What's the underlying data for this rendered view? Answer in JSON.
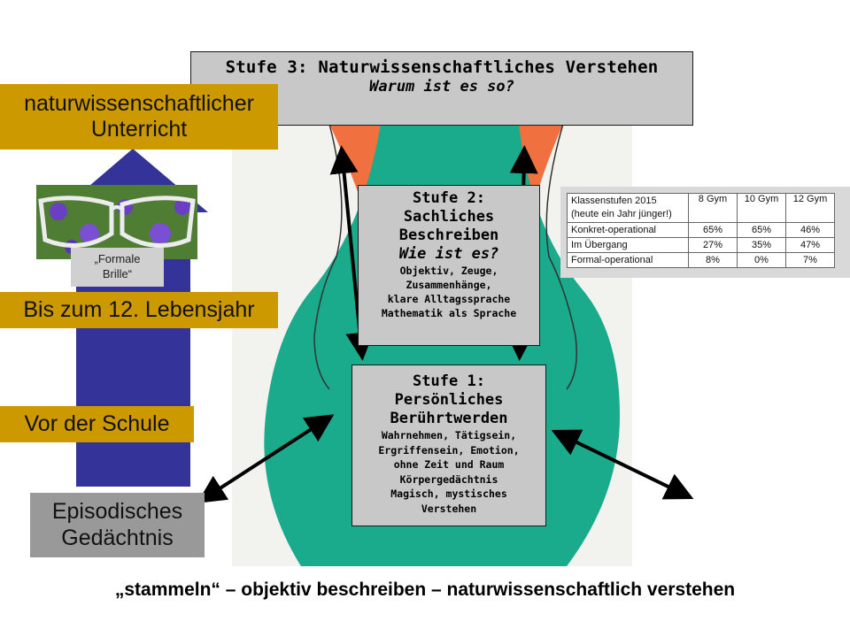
{
  "stufe3": {
    "title": "Stufe 3: Naturwissenschaftliches Verstehen",
    "question": "Warum ist es so?"
  },
  "stufe2": {
    "title_line1": "Stufe 2:",
    "title_line2": "Sachliches",
    "title_line3": "Beschreiben",
    "question": "Wie ist es?",
    "details": [
      "Objektiv, Zeuge,",
      "Zusammenhänge,",
      "klare Alltagssprache",
      "Mathematik als Sprache"
    ]
  },
  "stufe1": {
    "title_line1": "Stufe 1:",
    "title_line2": "Persönliches",
    "title_line3": "Berührtwerden",
    "details": [
      "Wahrnehmen, Tätigsein,",
      "Ergriffensein, Emotion,",
      "ohne Zeit und Raum",
      "Körpergedächtnis",
      "Magisch, mystisches",
      "Verstehen"
    ]
  },
  "left_labels": {
    "unterricht_line1": "naturwissenschaftlicher",
    "unterricht_line2": "Unterricht",
    "lebensjahr": "Bis zum 12. Lebensjahr",
    "schule": "Vor der Schule",
    "episodisch_line1": "Episodisches",
    "episodisch_line2": "Gedächtnis",
    "brille_line1": "„Formale",
    "brille_line2": "Brille“"
  },
  "table": {
    "headers": [
      "Klassenstufen 2015",
      "8 Gym",
      "10 Gym",
      "12 Gym"
    ],
    "subheader": "(heute ein Jahr jünger!)",
    "rows": [
      {
        "label": "Konkret-operational",
        "values": [
          "65%",
          "65%",
          "46%"
        ]
      },
      {
        "label": "Im Übergang",
        "values": [
          "27%",
          "35%",
          "47%"
        ]
      },
      {
        "label": "Formal-operational",
        "values": [
          "8%",
          "0%",
          "7%"
        ]
      }
    ]
  },
  "caption": "„stammeln“ – objektiv beschreiben – naturwissenschaftlich verstehen",
  "colors": {
    "teal": "#1aaa8c",
    "orange": "#f07040",
    "gold": "#cc9900",
    "blue": "#333399",
    "box_gray": "#c8c8c8"
  }
}
